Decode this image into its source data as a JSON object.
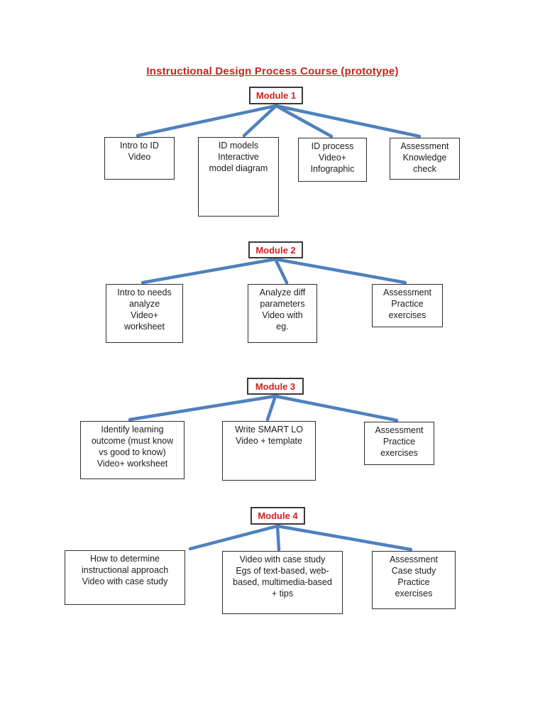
{
  "page": {
    "title": "Instructional Design Process Course (prototype)",
    "title_color": "#cf2020",
    "line_color": "#4f81bd",
    "background": "#ffffff"
  },
  "modules": [
    {
      "label": "Module 1",
      "children": [
        {
          "text": "Intro to ID\nVideo"
        },
        {
          "text": "ID models\nInteractive\nmodel diagram"
        },
        {
          "text": "ID process\nVideo+\nInfographic"
        },
        {
          "text": "Assessment\nKnowledge\ncheck"
        }
      ]
    },
    {
      "label": "Module 2",
      "children": [
        {
          "text": "Intro to needs\nanalyze\nVideo+\nworksheet"
        },
        {
          "text": "Analyze diff\nparameters\nVideo with\neg."
        },
        {
          "text": "Assessment\nPractice\nexercises"
        }
      ]
    },
    {
      "label": "Module 3",
      "children": [
        {
          "text": "Identify learning\noutcome (must know\nvs good to know)\nVideo+ worksheet"
        },
        {
          "text": "Write SMART LO\nVideo + template"
        },
        {
          "text": "Assessment\nPractice\nexercises"
        }
      ]
    },
    {
      "label": "Module 4",
      "children": [
        {
          "text": "How to determine\ninstructional approach\nVideo with case study"
        },
        {
          "text": "Video with case study\nEgs of text-based, web-\nbased, multimedia-based\n+ tips"
        },
        {
          "text": "Assessment\nCase study\nPractice\nexercises"
        }
      ]
    }
  ]
}
